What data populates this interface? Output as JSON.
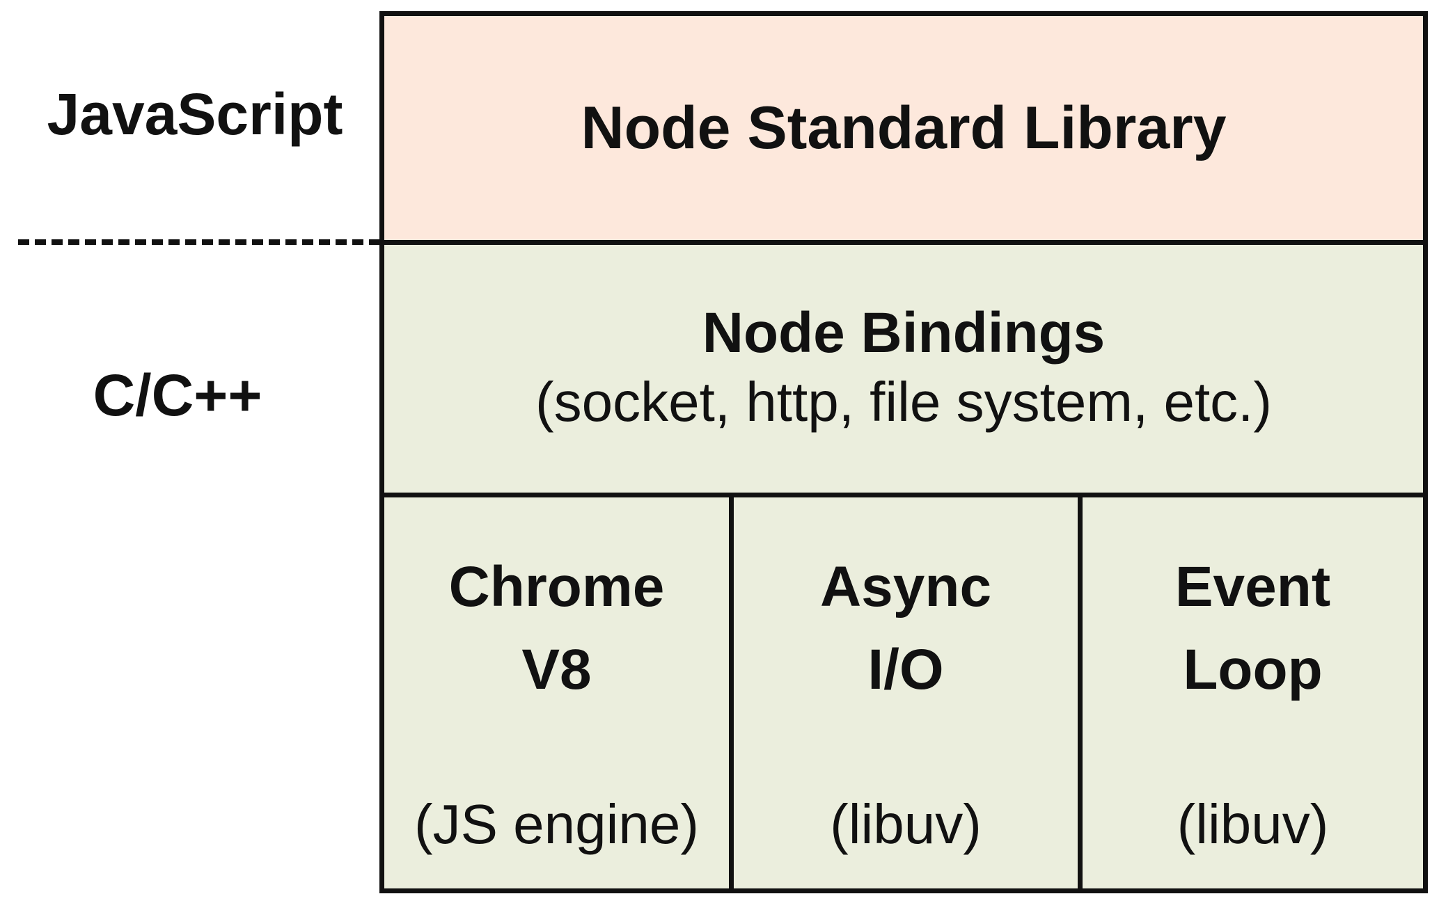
{
  "layers": {
    "javascript_label": "JavaScript",
    "c_label": "C/C++"
  },
  "stdlib": {
    "title": "Node Standard Library"
  },
  "bindings": {
    "title": "Node Bindings",
    "subtitle": "(socket, http, file system, etc.)"
  },
  "components": [
    {
      "line1": "Chrome",
      "line2": "V8",
      "sub": "(JS engine)"
    },
    {
      "line1": "Async",
      "line2": "I/O",
      "sub": "(libuv)"
    },
    {
      "line1": "Event",
      "line2": "Loop",
      "sub": "(libuv)"
    }
  ],
  "colors": {
    "stdlib_fill": "#fde8dc",
    "c_layer_fill": "#ebeedd",
    "border": "#111111"
  }
}
